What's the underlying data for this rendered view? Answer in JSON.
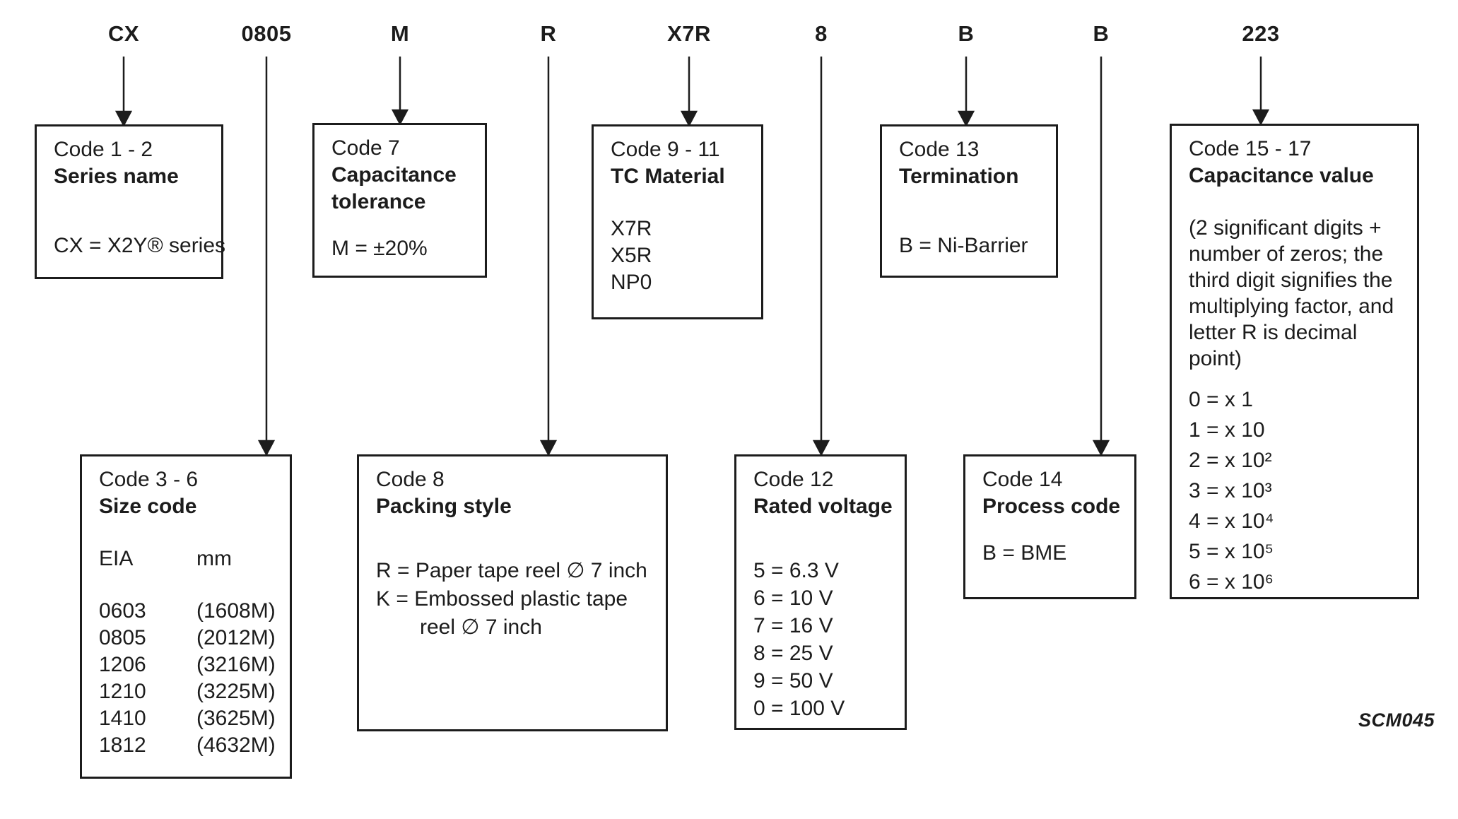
{
  "figure": {
    "part_number_example": {
      "p1": "CX",
      "p2": "0805",
      "p3": "M",
      "p4": "R",
      "p5": "X7R",
      "p6": "8",
      "p7": "B",
      "p8": "B",
      "p9": "223"
    },
    "figure_code": "SCM045"
  },
  "boxes": {
    "series": {
      "code": "Code 1 - 2",
      "title": "Series name",
      "value": "CX = X2Y® series"
    },
    "size": {
      "code": "Code 3 - 6",
      "title": "Size code",
      "header": {
        "eia": "EIA",
        "mm": "mm"
      },
      "rows": [
        {
          "eia": "0603",
          "mm": "(1608M)"
        },
        {
          "eia": "0805",
          "mm": "(2012M)"
        },
        {
          "eia": "1206",
          "mm": "(3216M)"
        },
        {
          "eia": "1210",
          "mm": "(3225M)"
        },
        {
          "eia": "1410",
          "mm": "(3625M)"
        },
        {
          "eia": "1812",
          "mm": "(4632M)"
        }
      ]
    },
    "tolerance": {
      "code": "Code 7",
      "title": "Capacitance tolerance",
      "value": "M = ±20%"
    },
    "packing": {
      "code": "Code 8",
      "title": "Packing style",
      "line1": "R = Paper tape reel ∅ 7 inch",
      "line2": "K = Embossed plastic tape",
      "line3": "reel ∅ 7 inch"
    },
    "tc_material": {
      "code": "Code 9 - 11",
      "title": "TC Material",
      "values": [
        "X7R",
        "X5R",
        "NP0"
      ]
    },
    "voltage": {
      "code": "Code 12",
      "title": "Rated voltage",
      "values": [
        "5 = 6.3 V",
        "6 = 10 V",
        "7 = 16 V",
        "8 = 25 V",
        "9 = 50 V",
        "0 = 100 V"
      ]
    },
    "termination": {
      "code": "Code 13",
      "title": "Termination",
      "value": "B = Ni-Barrier"
    },
    "process": {
      "code": "Code 14",
      "title": "Process code",
      "value": "B = BME"
    },
    "capacitance": {
      "code": "Code 15 - 17",
      "title": "Capacitance value",
      "note": "(2 significant digits + number of zeros; the third digit signifies the multiplying factor, and letter R is decimal point)",
      "multipliers": [
        "0 = x 1",
        "1 = x 10",
        "2 = x 10²",
        "3 = x 10³",
        "4 = x 10⁴",
        "5 = x 10⁵",
        "6 = x 10⁶"
      ]
    }
  }
}
